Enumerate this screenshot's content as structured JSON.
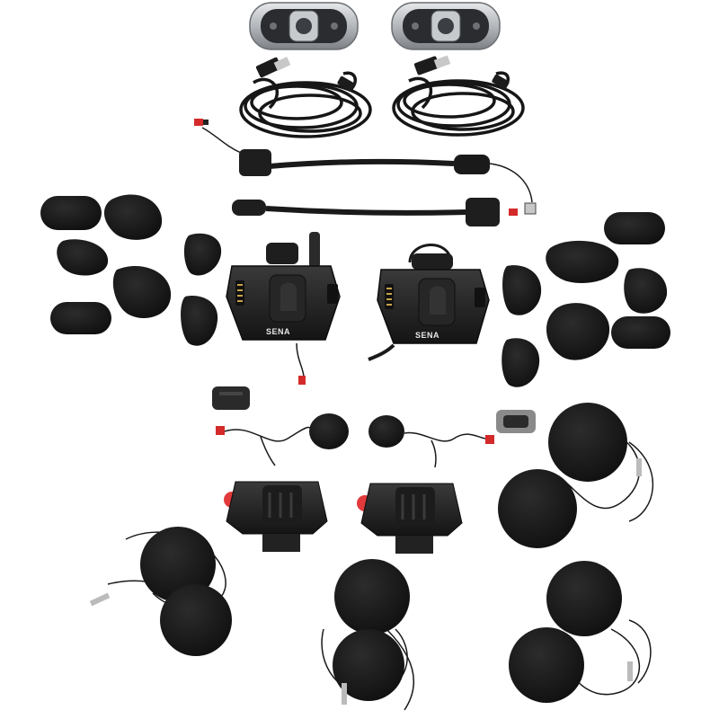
{
  "image": {
    "kind": "product photo",
    "background_color": "#ffffff"
  },
  "brand_marks": [
    {
      "text": "SENA"
    },
    {
      "text": "SENA"
    }
  ],
  "colors": {
    "silver": "#b9bcc0",
    "black": "#141414",
    "foam": "#1c1c1c",
    "cable": "#1a1a1a",
    "red_connector": "#d42a2a",
    "red_light": "#e23a3a"
  }
}
